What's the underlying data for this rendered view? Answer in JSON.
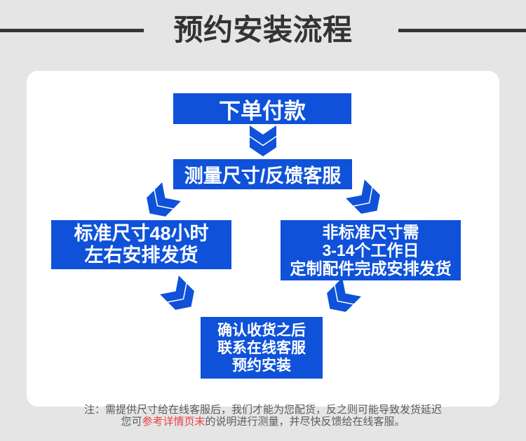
{
  "header": {
    "title": "预约安装流程"
  },
  "colors": {
    "accent_blue": "#0f52d9",
    "title_dark": "#333333",
    "divider_dark": "#363636",
    "panel_white": "#ffffff",
    "page_bg": "#e5e5e5",
    "note_gray": "#5c5c5c",
    "note_red": "#ec4141"
  },
  "flow": {
    "steps": [
      {
        "name": "place-order-pay",
        "lines": [
          "下单付款"
        ]
      },
      {
        "name": "measure-feedback",
        "lines": [
          "测量尺寸/反馈客服"
        ]
      },
      {
        "name": "standard-size-ship",
        "lines": [
          "标准尺寸48小时",
          "左右安排发货"
        ]
      },
      {
        "name": "nonstandard-size-ship",
        "lines": [
          "非标准尺寸需",
          "3-14个工作日",
          "定制配件完成安排发货"
        ]
      },
      {
        "name": "confirm-receipt-install",
        "lines": [
          "确认收货之后",
          "联系在线客服",
          "预约安装"
        ]
      }
    ]
  },
  "note": {
    "line1": "注：需提供尺寸给在线客服后，我们才能为您配货，反之则可能导致发货延迟",
    "line2_before": "您可",
    "line2_highlight": "参考详情页末",
    "line2_after": "的说明进行测量，并尽快反馈给在线客服。"
  }
}
